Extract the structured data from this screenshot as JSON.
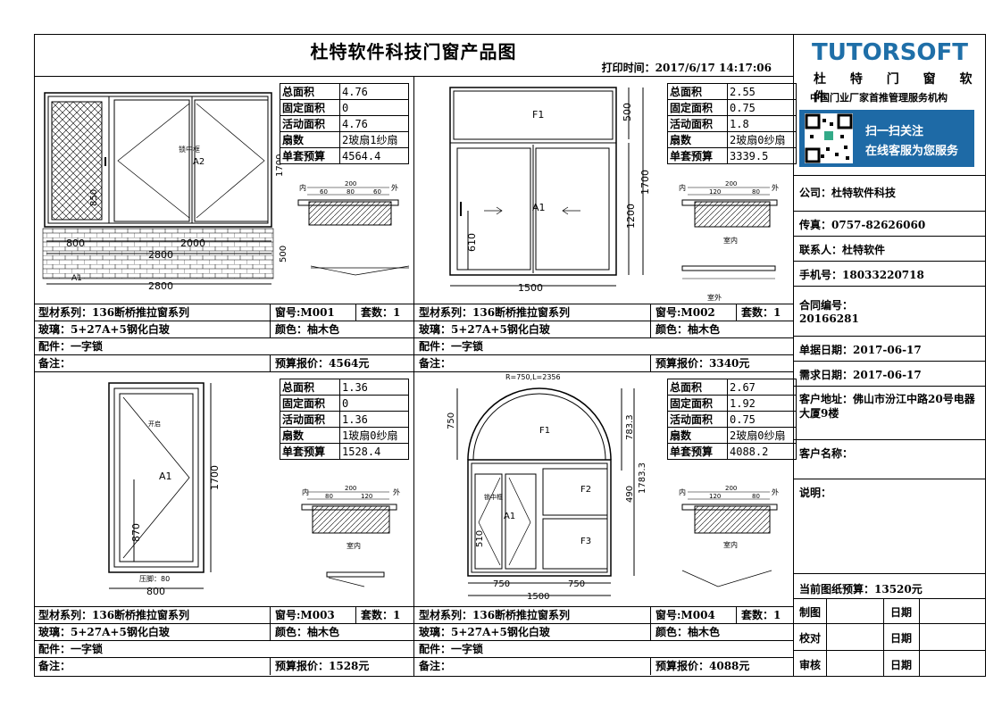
{
  "header": {
    "title": "杜特软件科技门窗产品图",
    "print_time": "打印时间：2017/6/17 14:17:06"
  },
  "brand": {
    "logo": "TUTORSOFT",
    "name": "杜 特 门 窗 软 件",
    "tagline": "中国门业厂家首推管理服务机构",
    "qr_line1": "扫一扫关注",
    "qr_line2": "在线客服为您服务"
  },
  "sidebar": {
    "company": "公司：杜特软件科技",
    "fax": "传真：0757-82626060",
    "contact": "联系人：杜特软件",
    "mobile": "手机号：18033220718",
    "contract_label": "合同编号：",
    "contract_no": "20166281",
    "order_date": "单据日期：2017-06-17",
    "demand_date": "需求日期：2017-06-17",
    "address": "客户地址：佛山市汾江中路20号电器大厦9楼",
    "customer": "客户名称：",
    "note": "说明：",
    "total_budget": "当前图纸预算：13520元",
    "draw": "制图",
    "check": "校对",
    "review": "审核",
    "date": "日期"
  },
  "windows": [
    {
      "specs": [
        [
          "总面积",
          "4.76"
        ],
        [
          "固定面积",
          "0"
        ],
        [
          "活动面积",
          "4.76"
        ],
        [
          "扇数",
          "2玻扇1纱扇"
        ],
        [
          "单套预算",
          "4564.4"
        ]
      ],
      "series": "型材系列：136断桥推拉窗系列",
      "window_no": "窗号:M001",
      "sets": "套数：1",
      "glass": "玻璃：5+27A+5钢化白玻",
      "color": "颜色：柚木色",
      "accessory": "配件：一字锁",
      "remark": "备注：",
      "price": "预算报价：4564元",
      "dims": {
        "w1": "800",
        "w2": "2000",
        "w3": "2800",
        "w4": "2800",
        "h1": "1700",
        "h2": "500",
        "h3": "850",
        "label": "A1",
        "label2": "A2"
      }
    },
    {
      "specs": [
        [
          "总面积",
          "2.55"
        ],
        [
          "固定面积",
          "0.75"
        ],
        [
          "活动面积",
          "1.8"
        ],
        [
          "扇数",
          "2玻扇0纱扇"
        ],
        [
          "单套预算",
          "3339.5"
        ]
      ],
      "series": "型材系列：136断桥推拉窗系列",
      "window_no": "窗号:M002",
      "sets": "套数：1",
      "glass": "玻璃：5+27A+5钢化白玻",
      "color": "颜色：柚木色",
      "accessory": "配件：一字锁",
      "remark": "备注：",
      "price": "预算报价：3340元",
      "dims": {
        "w": "1500",
        "h1": "500",
        "h2": "1700",
        "h3": "1200",
        "h4": "610",
        "f1": "F1",
        "a1": "A1"
      }
    },
    {
      "specs": [
        [
          "总面积",
          "1.36"
        ],
        [
          "固定面积",
          "0"
        ],
        [
          "活动面积",
          "1.36"
        ],
        [
          "扇数",
          "1玻扇0纱扇"
        ],
        [
          "单套预算",
          "1528.4"
        ]
      ],
      "series": "型材系列：136断桥推拉窗系列",
      "window_no": "窗号:M003",
      "sets": "套数：1",
      "glass": "玻璃：5+27A+5钢化白玻",
      "color": "颜色：柚木色",
      "accessory": "配件：一字锁",
      "remark": "备注：",
      "price": "预算报价：1528元",
      "dims": {
        "w": "800",
        "h": "1700",
        "h2": "870",
        "a1": "A1"
      }
    },
    {
      "specs": [
        [
          "总面积",
          "2.67"
        ],
        [
          "固定面积",
          "1.92"
        ],
        [
          "活动面积",
          "0.75"
        ],
        [
          "扇数",
          "2玻扇0纱扇"
        ],
        [
          "单套预算",
          "4088.2"
        ]
      ],
      "series": "型材系列：136断桥推拉窗系列",
      "window_no": "窗号:M004",
      "sets": "套数：1",
      "glass": "玻璃：5+27A+5钢化白玻",
      "color": "颜色：柚木色",
      "accessory": "配件：一字锁",
      "remark": "备注：",
      "price": "预算报价：4088元",
      "dims": {
        "arc": "R=750,L=2356",
        "w1": "750",
        "w2": "750",
        "w": "1500",
        "h1": "750",
        "h2": "783.3",
        "h3": "1783.3",
        "h4": "490",
        "h5": "510",
        "f1": "F1",
        "f2": "F2",
        "f3": "F3",
        "a1": "A1"
      }
    }
  ],
  "section_labels": {
    "inside": "内",
    "outside": "外",
    "indoor": "室内",
    "outdoor": "室外",
    "d200": "200",
    "d60": "60",
    "d80": "80",
    "d120": "120"
  }
}
